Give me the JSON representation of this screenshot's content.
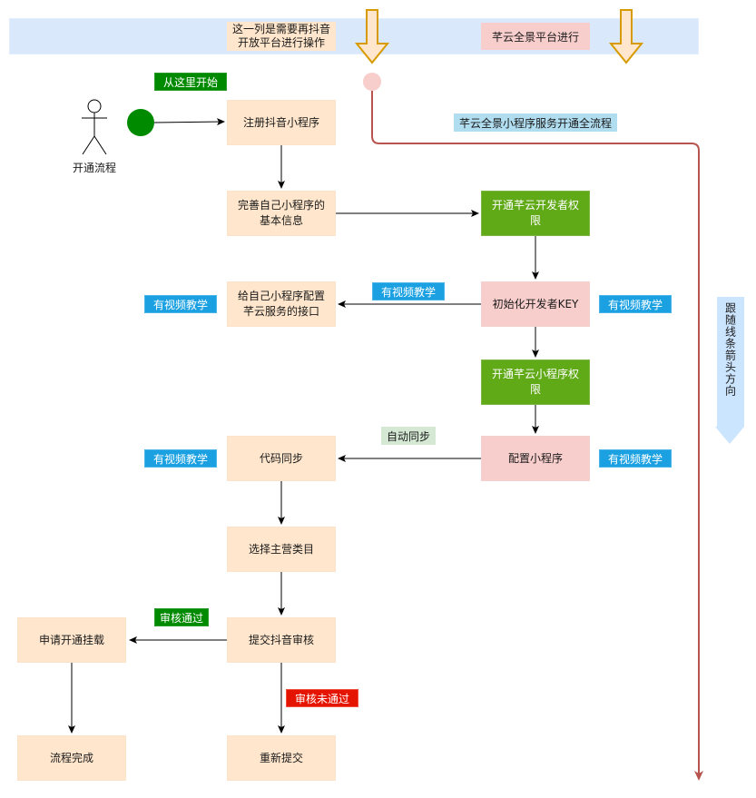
{
  "header_band": {
    "douyin_column_note": "这一列是需要再抖音开放平台进行操作",
    "douyin_column_note_line1": "这一列是需要再抖音",
    "douyin_column_note_line2": "开放平台进行操作",
    "yunyun_column_note": "芊云全景平台进行"
  },
  "start": {
    "badge": "从这里开始",
    "actor_label": "开通流程"
  },
  "flow_title": "芊云全景小程序服务开通全流程",
  "direction_hint": "跟随线条箭头方向",
  "steps": {
    "register": "注册抖音小程序",
    "complete_info": "完善自己小程序的基本信息",
    "open_dev_permission": "开通芊云开发者权限",
    "init_dev_key": "初始化开发者KEY",
    "config_interface": "给自己小程序配置芊云服务的接口",
    "open_mini_permission": "开通芊云小程序权限",
    "config_mini": "配置小程序",
    "code_sync": "代码同步",
    "select_category": "选择主营类目",
    "submit_review": "提交抖音审核",
    "apply_mount": "申请开通挂载",
    "done": "流程完成",
    "resubmit": "重新提交"
  },
  "labels": {
    "video_tutorial": "有视频教学",
    "auto_sync": "自动同步",
    "review_passed": "审核通过",
    "review_failed": "审核未通过"
  },
  "colors": {
    "band": "#dae8fc",
    "peach": "#ffe6cc",
    "pink": "#f8cecc",
    "green_step": "#60a917",
    "tag_blue": "#1ba1e2",
    "tag_green": "#008a00",
    "tag_red": "#e51400",
    "tag_mint": "#d5e8d4",
    "tag_light_blue": "#b1ddf0",
    "flow_line": "#b85450",
    "start_dot": "#008a00",
    "arrow_stroke": "#d79b00"
  }
}
